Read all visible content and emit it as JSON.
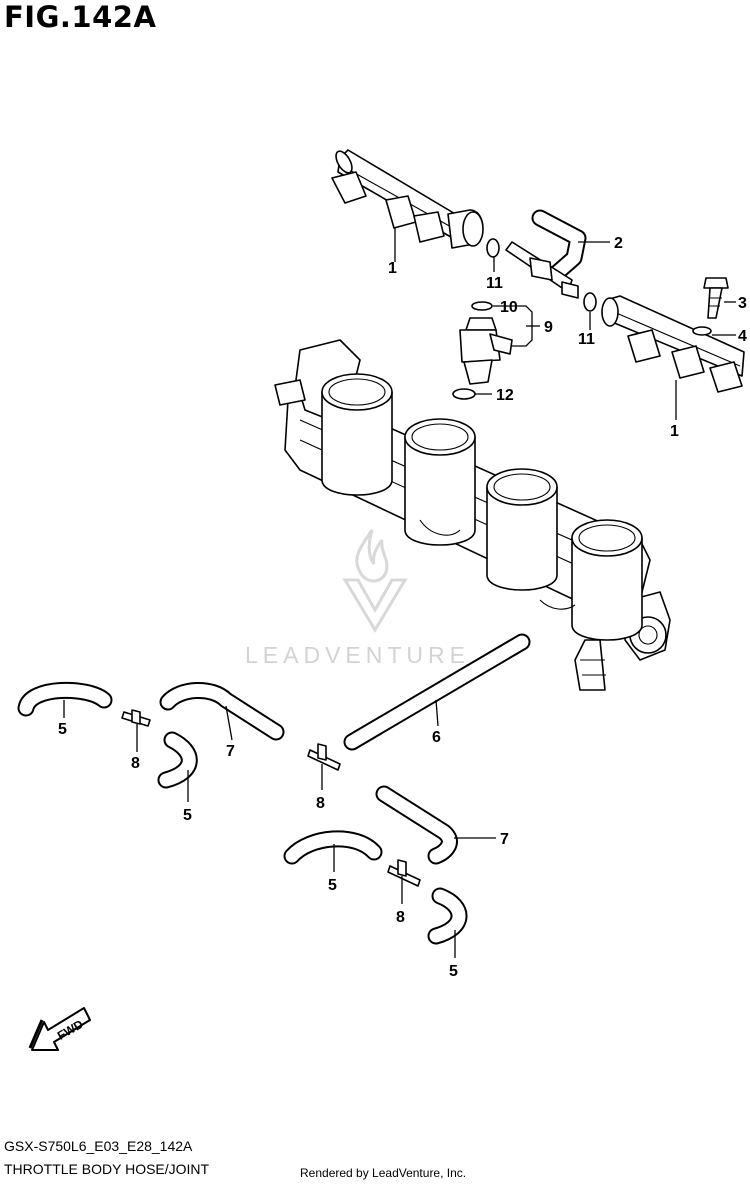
{
  "figure": {
    "title": "FIG.142A",
    "model_code": "GSX-S750L6_E03_E28_142A",
    "subtitle": "THROTTLE BODY HOSE/JOINT",
    "credit": "Rendered by LeadVenture, Inc.",
    "watermark": "LEADVENTURE",
    "direction_badge": "FWD"
  },
  "callouts": {
    "fuel_rail_left": "1",
    "fuel_rail_right": "1",
    "fuel_pipe": "2",
    "bolt": "3",
    "washer": "4",
    "hose_5_a": "5",
    "hose_5_b": "5",
    "hose_5_c": "5",
    "hose_5_d": "5",
    "hose_6": "6",
    "hose_7_a": "7",
    "hose_7_b": "7",
    "joint_8_a": "8",
    "joint_8_b": "8",
    "joint_8_c": "8",
    "injector_9": "9",
    "cushion_10": "10",
    "o_ring_11_a": "11",
    "o_ring_11_b": "11",
    "seal_12": "12"
  },
  "icons": {
    "watermark_logo": "flame-v-logo-icon",
    "fwd_arrow": "fwd-arrow-icon"
  }
}
